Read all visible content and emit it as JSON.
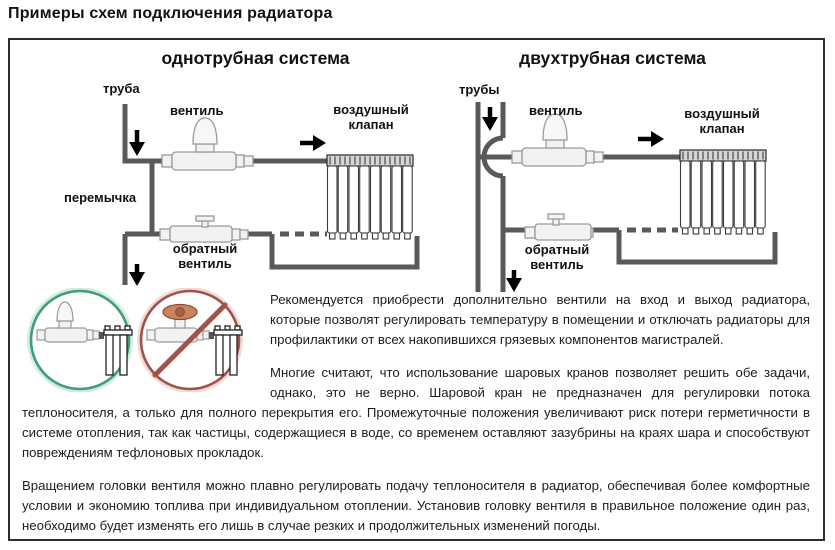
{
  "title": "Примеры схем подключения радиатора",
  "panels": {
    "left": {
      "heading": "однотрубная система",
      "labels": {
        "pipe": "труба",
        "valve": "вентиль",
        "air_valve": "воздушный\nклапан",
        "bypass": "перемычка",
        "return_valve": "обратный\nвентиль"
      }
    },
    "right": {
      "heading": "двухтрубная система",
      "labels": {
        "pipes": "трубы",
        "valve": "вентиль",
        "air_valve": "воздушный\nклапан",
        "return_valve": "обратный\nвентиль"
      }
    }
  },
  "icons": {
    "allowed_badge": "thermostatic-valve-ok-circle",
    "prohibited_badge": "ball-valve-prohibited-circle",
    "flow_arrows": "flow-direction-arrow",
    "radiator": "radiator-icon",
    "valve": "valve-icon"
  },
  "paragraphs": {
    "p1": "Рекомендуется приобрести дополнительно вентили на вход и выход радиатора, которые позволят регулировать температуру в помещении и отключать радиаторы для профилактики от всех накопившихся грязевых компонентов магистралей.",
    "p2": "Многие считают, что использование шаровых кранов позволяет решить обе задачи, однако, это не верно. Шаровой кран не предназначен для регулировки потока теплоносителя, а только для полного перекрытия его. Промежуточные положения увеличивают риск потери герметичности в системе отопления, так как частицы, содержащиеся в воде, со временем оставляют зазубрины на краях шара и способствуют повреждениям тефлоновых прокладок.",
    "p3": "Вращением головки вентиля можно плавно регулировать подачу теплоносителя в радиатор, обеспечивая более комфортные условии и экономию топлива при индивидуальном отоплении. Установив головку вентиля в правильное положение один раз, необходимо будет изменять его лишь в случае резких и продолжительных изменений погоды."
  },
  "colors": {
    "pipe": "#58595b",
    "valve_fill": "#f2f2f2",
    "valve_stroke": "#9a9a9a",
    "allowed_green": "#3f9e75",
    "prohibited_red": "#a0524d",
    "ball_handle_copper": "#c9835e",
    "radiator_header": "#d6d6d6",
    "text": "#1c1c1c",
    "border": "#2e2e2e"
  }
}
